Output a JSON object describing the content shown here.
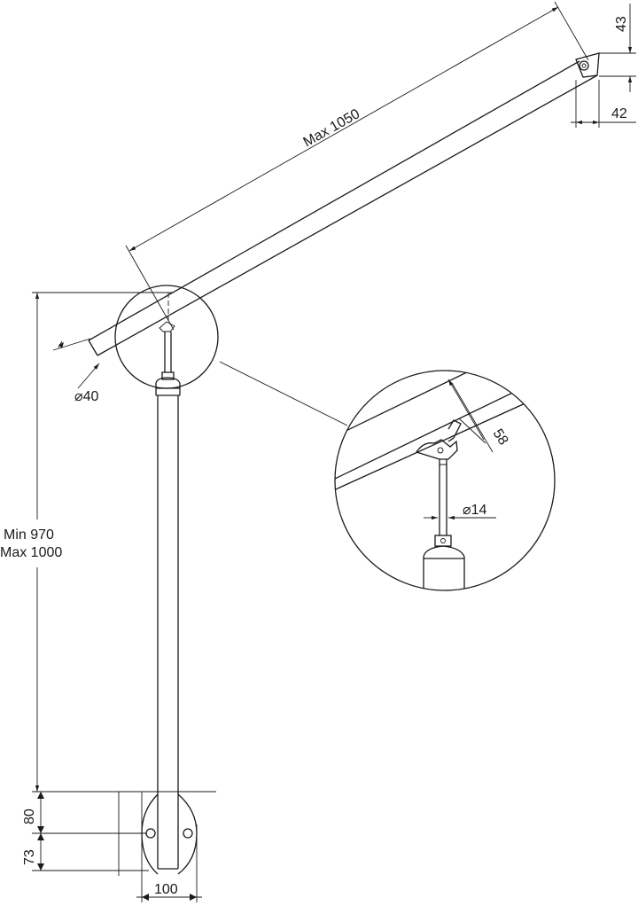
{
  "diagram": {
    "dimensions": {
      "rail_length": "Max 1050",
      "end_cap_height": "43",
      "end_cap_width": "42",
      "rail_diameter": "40",
      "bracket_height": "58",
      "stem_diameter": "14",
      "post_height_min": "Min 970",
      "post_height_max": "Max 1000",
      "base_upper": "80",
      "base_lower": "73",
      "base_width": "100"
    },
    "diameter_symbol": "⌀"
  }
}
